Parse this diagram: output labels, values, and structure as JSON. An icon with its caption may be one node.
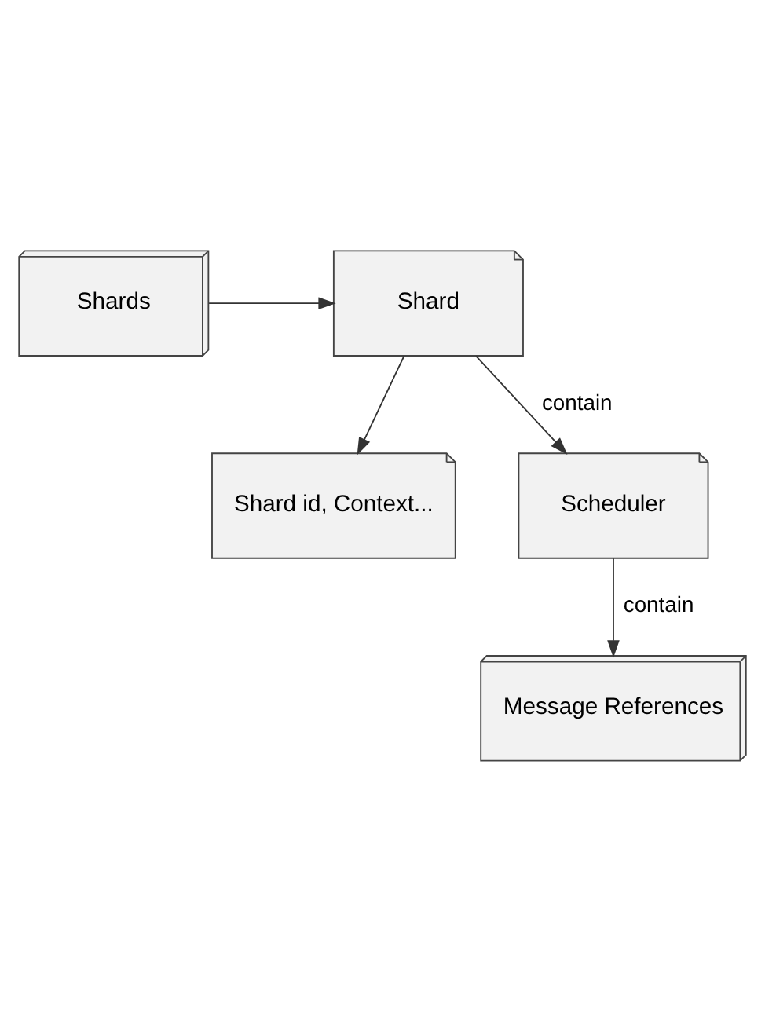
{
  "diagram": {
    "nodes": [
      {
        "text": [
          "Shards"
        ]
      },
      {
        "text": [
          "Shard"
        ]
      },
      {
        "text": [
          "Shard id, Context..."
        ]
      },
      {
        "text": [
          "Scheduler"
        ]
      },
      {
        "text": [
          "Message References"
        ]
      }
    ],
    "edges": [
      {
        "from": 0,
        "to": 1,
        "arrow": "to"
      },
      {
        "from": 1,
        "to": 2,
        "arrow": "to"
      },
      {
        "from": 1,
        "to": 3,
        "arrow": "to",
        "label": "contain"
      },
      {
        "from": 3,
        "to": 4,
        "arrow": "to",
        "label": "contain"
      }
    ]
  }
}
